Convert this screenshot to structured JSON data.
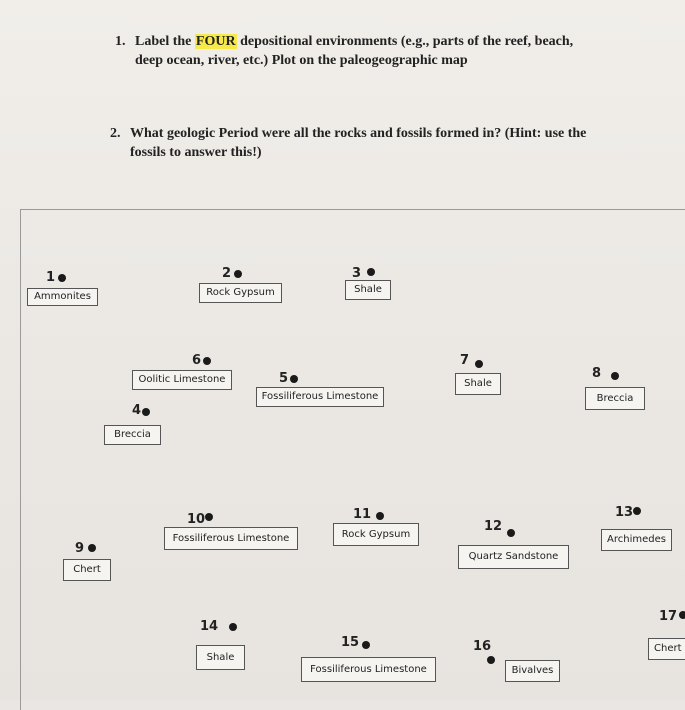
{
  "questions": [
    {
      "number": "1.",
      "text_before": "Label the ",
      "highlight": "FOUR",
      "text_after": " depositional environments (e.g., parts of the reef, beach, deep ocean, river, etc.) Plot on the paleogeographic map"
    },
    {
      "number": "2.",
      "text": "What geologic Period were all the rocks and fossils formed in? (Hint: use the fossils to answer this!)"
    }
  ],
  "map": {
    "sites": [
      {
        "num": "1",
        "label": "Ammonites"
      },
      {
        "num": "2",
        "label": "Rock Gypsum"
      },
      {
        "num": "3",
        "label": "Shale"
      },
      {
        "num": "4",
        "label": "Breccia"
      },
      {
        "num": "5",
        "label": "Fossiliferous Limestone"
      },
      {
        "num": "6",
        "label": "Oolitic Limestone"
      },
      {
        "num": "7",
        "label": "Shale"
      },
      {
        "num": "8",
        "label": "Breccia"
      },
      {
        "num": "9",
        "label": "Chert"
      },
      {
        "num": "10",
        "label": "Fossiliferous Limestone"
      },
      {
        "num": "11",
        "label": "Rock Gypsum"
      },
      {
        "num": "12",
        "label": "Quartz Sandstone"
      },
      {
        "num": "13",
        "label": "Archimedes"
      },
      {
        "num": "14",
        "label": "Shale"
      },
      {
        "num": "15",
        "label": "Fossiliferous Limestone"
      },
      {
        "num": "16",
        "label": "Bivalves"
      },
      {
        "num": "17",
        "label": "Chert"
      }
    ]
  },
  "colors": {
    "highlight": "#f7e94a",
    "ink": "#222222"
  }
}
